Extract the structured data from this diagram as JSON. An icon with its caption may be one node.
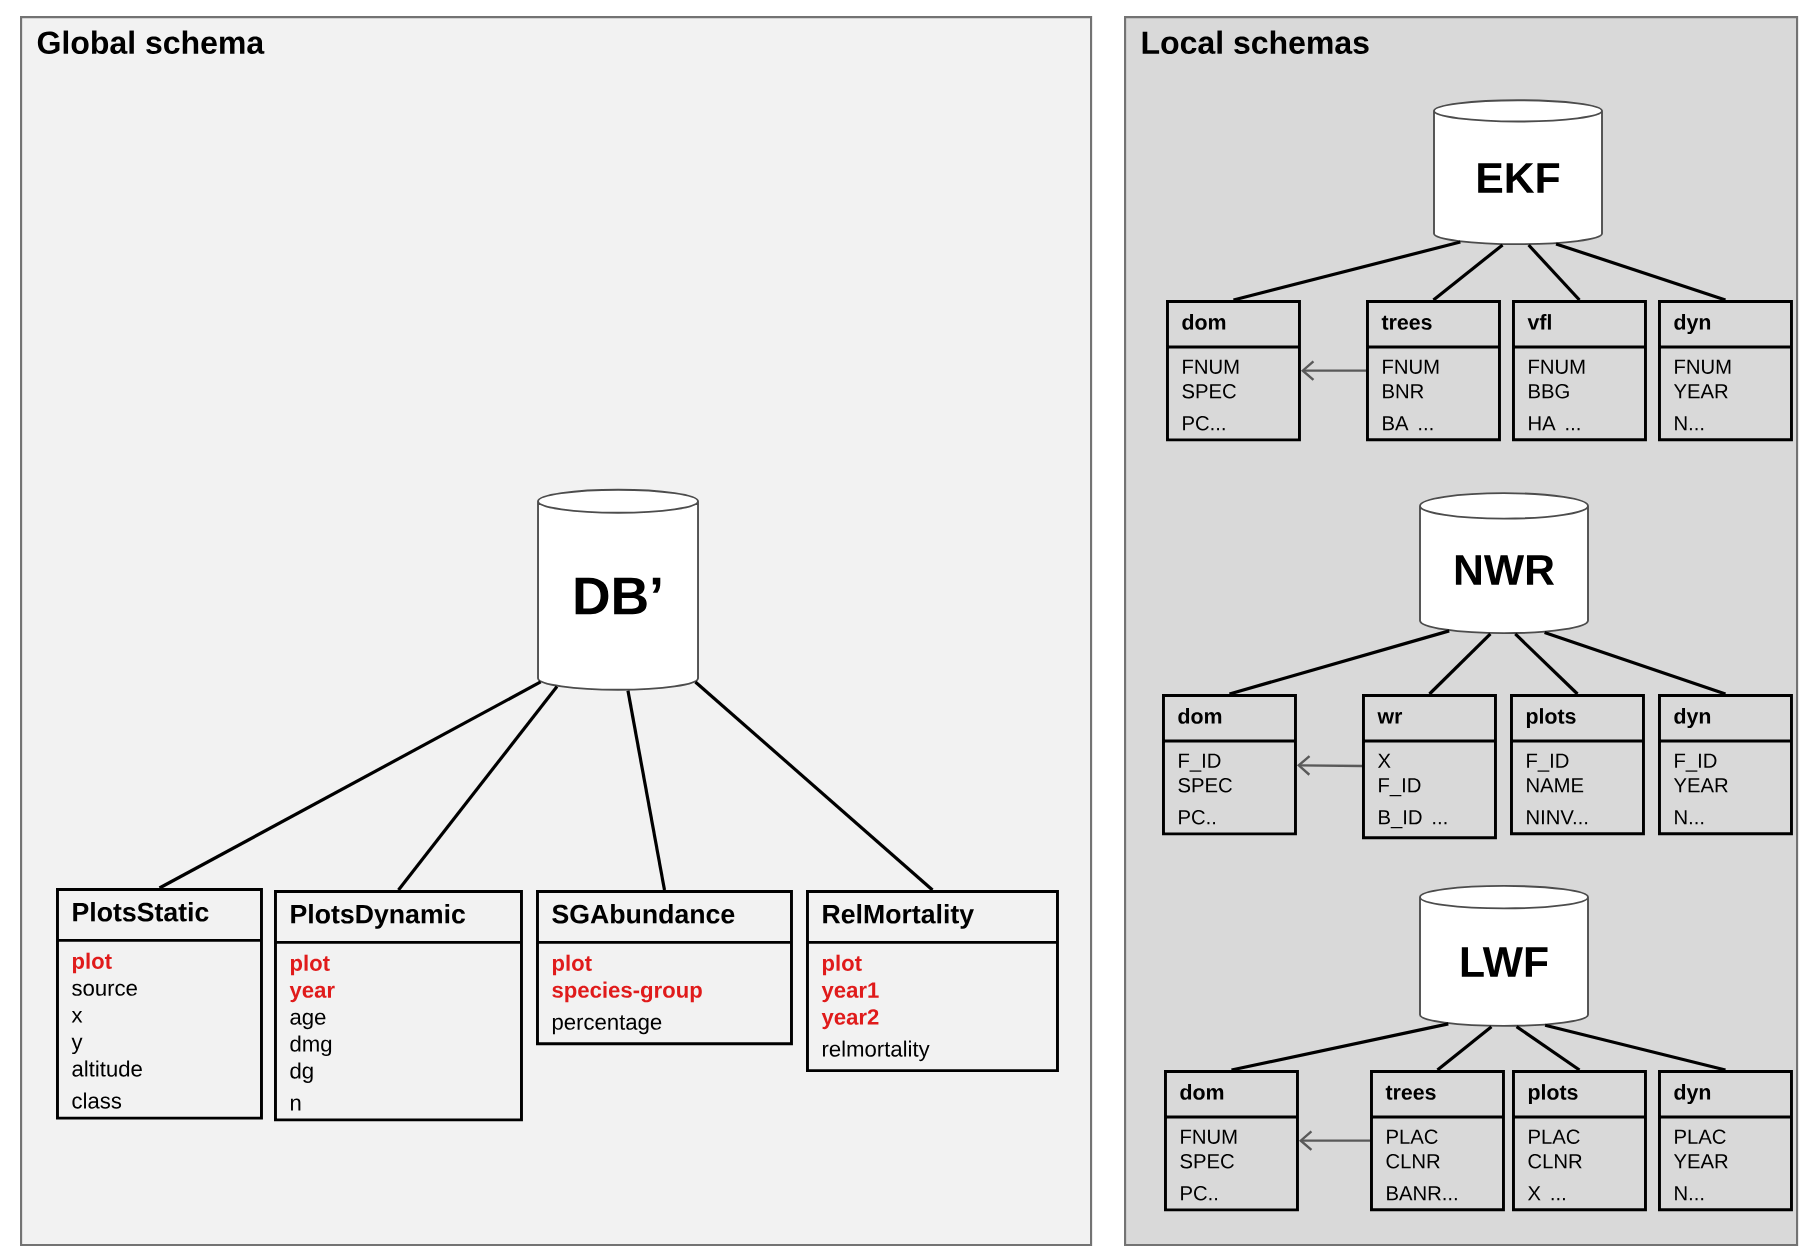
{
  "diagram": {
    "nodes": [
      {
        "text": [
          "Global schema"
        ]
      },
      {
        "text": [
          "DB’"
        ],
        "in": 0
      },
      {
        "text": [
          "PlotsStatic",
          "plot",
          "source",
          "x",
          "y",
          "altitude",
          "class"
        ],
        "in": 0
      },
      {
        "text": [
          "PlotsDynamic",
          "plot",
          "year",
          "age",
          "dmg",
          "dg",
          "n"
        ],
        "in": 0
      },
      {
        "text": [
          "SGAbundance",
          "plot",
          "species-group",
          "percentage"
        ],
        "in": 0
      },
      {
        "text": [
          "RelMortality",
          "plot",
          "year1",
          "year2",
          "relmortality"
        ],
        "in": 0
      },
      {
        "text": [
          "Local schemas"
        ]
      },
      {
        "text": [
          "EKF"
        ],
        "in": 6
      },
      {
        "text": [
          "dom",
          "FNUM",
          "SPEC",
          "PC..."
        ],
        "in": 6
      },
      {
        "text": [
          "trees",
          "FNUM",
          "BNR",
          "BA ..."
        ],
        "in": 6
      },
      {
        "text": [
          "vfl",
          "FNUM",
          "BBG",
          "HA ..."
        ],
        "in": 6
      },
      {
        "text": [
          "dyn",
          "FNUM",
          "YEAR",
          "N..."
        ],
        "in": 6
      },
      {
        "text": [
          "NWR"
        ],
        "in": 6
      },
      {
        "text": [
          "dom",
          "F_ID",
          "SPEC",
          "PC.."
        ],
        "in": 6
      },
      {
        "text": [
          "wr",
          "X",
          "F_ID",
          "B_ID ..."
        ],
        "in": 6
      },
      {
        "text": [
          "plots",
          "F_ID",
          "NAME",
          "NINV..."
        ],
        "in": 6
      },
      {
        "text": [
          "dyn",
          "F_ID",
          "YEAR",
          "N..."
        ],
        "in": 6
      },
      {
        "text": [
          "LWF"
        ],
        "in": 6
      },
      {
        "text": [
          "dom",
          "FNUM",
          "SPEC",
          "PC.."
        ],
        "in": 6
      },
      {
        "text": [
          "trees",
          "PLAC",
          "CLNR",
          "BANR..."
        ],
        "in": 6
      },
      {
        "text": [
          "plots",
          "PLAC",
          "CLNR",
          "X ..."
        ],
        "in": 6
      },
      {
        "text": [
          "dyn",
          "PLAC",
          "YEAR",
          "N..."
        ],
        "in": 6
      }
    ],
    "edges": [
      {
        "from": 1,
        "to": 2,
        "arrow": "none"
      },
      {
        "from": 1,
        "to": 3,
        "arrow": "none"
      },
      {
        "from": 1,
        "to": 4,
        "arrow": "none"
      },
      {
        "from": 1,
        "to": 5,
        "arrow": "none"
      },
      {
        "from": 7,
        "to": 8,
        "arrow": "none"
      },
      {
        "from": 7,
        "to": 9,
        "arrow": "none"
      },
      {
        "from": 7,
        "to": 10,
        "arrow": "none"
      },
      {
        "from": 7,
        "to": 11,
        "arrow": "none"
      },
      {
        "from": 9,
        "to": 8,
        "arrow": "to",
        "color": "#595959"
      },
      {
        "from": 12,
        "to": 13,
        "arrow": "none"
      },
      {
        "from": 12,
        "to": 14,
        "arrow": "none"
      },
      {
        "from": 12,
        "to": 15,
        "arrow": "none"
      },
      {
        "from": 12,
        "to": 16,
        "arrow": "none"
      },
      {
        "from": 14,
        "to": 13,
        "arrow": "to",
        "color": "#595959"
      },
      {
        "from": 17,
        "to": 18,
        "arrow": "none"
      },
      {
        "from": 17,
        "to": 19,
        "arrow": "none"
      },
      {
        "from": 17,
        "to": 20,
        "arrow": "none"
      },
      {
        "from": 17,
        "to": 21,
        "arrow": "none"
      },
      {
        "from": 19,
        "to": 18,
        "arrow": "to",
        "color": "#595959"
      }
    ]
  }
}
